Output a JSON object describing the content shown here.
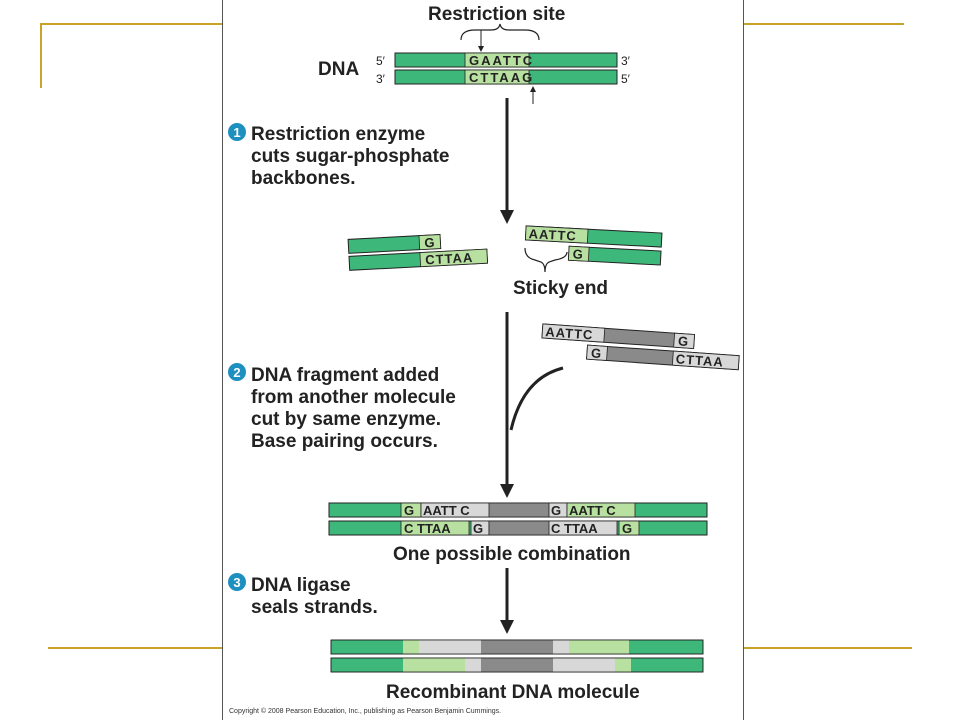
{
  "labels": {
    "restriction_site": "Restriction site",
    "dna": "DNA",
    "five_prime": "5′",
    "three_prime": "3′",
    "sticky_end": "Sticky end",
    "one_possible_combination": "One possible combination",
    "recombinant": "Recombinant DNA molecule"
  },
  "sequences": {
    "top": "GAATTC",
    "bottom": "CTTAAG",
    "g": "G",
    "cttaa": "CTTAA",
    "aattc": "AATTC",
    "aatt_c": "AATT C",
    "c_ttaa": "C TTAA"
  },
  "steps": [
    {
      "number": "1",
      "lines": [
        "Restriction enzyme",
        "cuts sugar-phosphate",
        "backbones."
      ]
    },
    {
      "number": "2",
      "lines": [
        "DNA fragment added",
        "from another molecule",
        "cut by same enzyme.",
        "Base pairing occurs."
      ]
    },
    {
      "number": "3",
      "lines": [
        "DNA ligase",
        "seals strands."
      ]
    }
  ],
  "copyright": "Copyright © 2008 Pearson Education, Inc., publishing as Pearson Benjamin Cummings.",
  "colors": {
    "green": "#3db87a",
    "light_green": "#b8e0a0",
    "gray": "#8a8a8a",
    "light_gray": "#d8d8d8",
    "step_circle": "#1e90c0",
    "slide_line": "#c9a32a"
  }
}
